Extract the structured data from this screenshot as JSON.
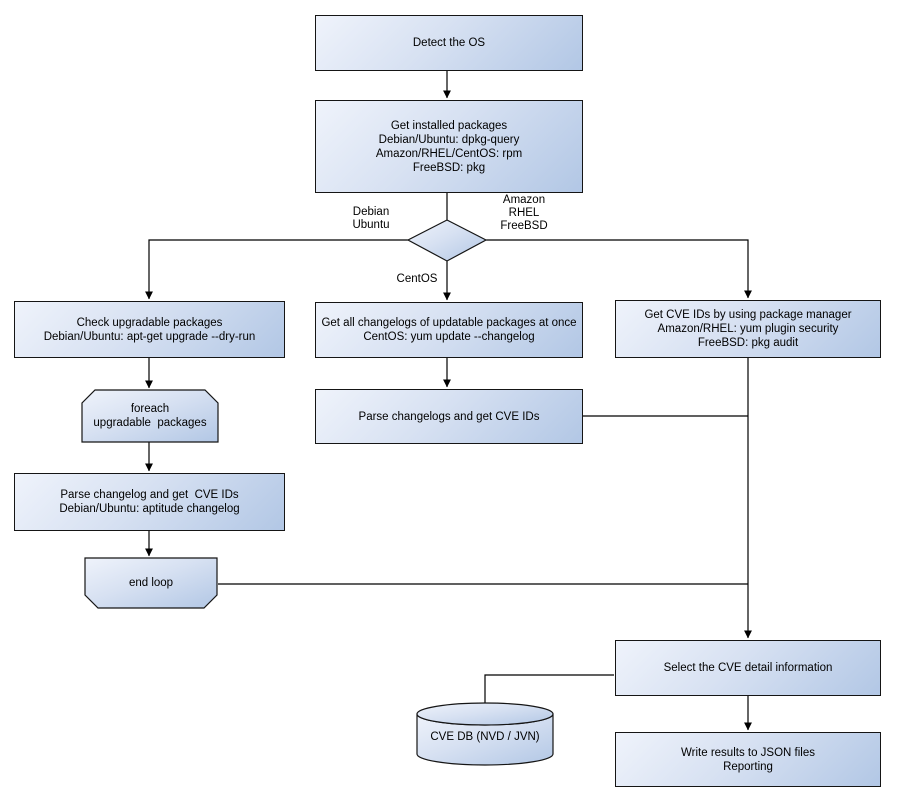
{
  "diagram": {
    "nodes": {
      "detect_os": {
        "lines": [
          "Detect the OS"
        ]
      },
      "get_installed_packages": {
        "lines": [
          "Get installed packages",
          "Debian/Ubuntu: dpkg-query",
          "Amazon/RHEL/CentOS: rpm",
          "FreeBSD: pkg"
        ]
      },
      "check_upgradable": {
        "lines": [
          "Check upgradable packages",
          "Debian/Ubuntu: apt-get upgrade --dry-run"
        ]
      },
      "foreach_loop": {
        "lines": [
          "foreach",
          "upgradable  packages"
        ]
      },
      "parse_changelog_deb": {
        "lines": [
          "Parse changelog and get  CVE IDs",
          "Debian/Ubuntu: aptitude changelog"
        ]
      },
      "end_loop": {
        "lines": [
          "end loop"
        ]
      },
      "get_all_changelogs": {
        "lines": [
          "Get all changelogs of updatable packages at once",
          "CentOS: yum update --changelog"
        ]
      },
      "parse_changelogs_centos": {
        "lines": [
          "Parse changelogs and get CVE IDs"
        ]
      },
      "get_cve_ids_pkg_mgr": {
        "lines": [
          "Get CVE IDs by using package manager",
          "Amazon/RHEL: yum plugin security",
          "FreeBSD: pkg audit"
        ]
      },
      "select_cve_detail": {
        "lines": [
          "Select the CVE detail information"
        ]
      },
      "cve_db": {
        "lines": [
          "CVE DB (NVD / JVN)"
        ]
      },
      "write_results": {
        "lines": [
          "Write results to JSON files",
          "Reporting"
        ]
      }
    },
    "edge_labels": {
      "debian_ubuntu": [
        "Debian",
        "Ubuntu"
      ],
      "amazon_rhel_freebsd": [
        "Amazon",
        "RHEL",
        "FreeBSD"
      ],
      "centos": [
        "CentOS"
      ]
    },
    "colors": {
      "node_fill_light": "#eff3fb",
      "node_fill_dark": "#b2c7e5",
      "border": "#151515",
      "connector": "#000000",
      "background": "#ffffff",
      "text": "#000000"
    }
  }
}
